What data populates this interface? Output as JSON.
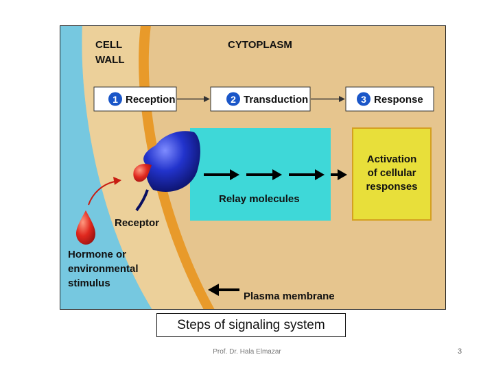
{
  "diagram": {
    "regions": {
      "cell_wall_line1": "CELL",
      "cell_wall_line2": "WALL",
      "cytoplasm": "CYTOPLASM"
    },
    "steps": [
      {
        "number": "1",
        "label": "Reception"
      },
      {
        "number": "2",
        "label": "Transduction"
      },
      {
        "number": "3",
        "label": "Response"
      }
    ],
    "relay_label": "Relay molecules",
    "response_lines": [
      "Activation",
      "of cellular",
      "responses"
    ],
    "receptor_label": "Receptor",
    "stimulus_lines": [
      "Hormone or",
      "environmental",
      "stimulus"
    ],
    "membrane_label": "Plasma membrane",
    "colors": {
      "cytoplasm": "#e6c58e",
      "cell_wall": "#76c8e0",
      "membrane": "#e89a2a",
      "step_box": "#ffffff",
      "step_circle": "#1a56c8",
      "relay_box": "#3ed8d8",
      "response_box": "#e8df3a",
      "receptor": "#2233cc",
      "hormone": "#d8201a"
    }
  },
  "caption": "Steps of signaling system",
  "footer": "Prof. Dr. Hala Elmazar",
  "page_number": "3"
}
